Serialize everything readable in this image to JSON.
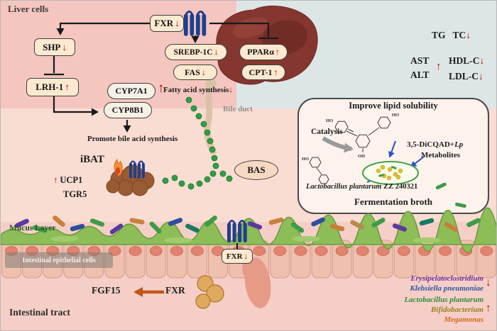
{
  "colors": {
    "red_arrow": "#c00000",
    "bile_green": "#2f9e44",
    "mucus_green": "#8cbd57",
    "receptor_blue": "#203f8e",
    "liver": "#84362f",
    "fgf15_arrow": "#c0571c",
    "rod_palette": [
      "#5b3a9e",
      "#3f9b47",
      "#c7803b",
      "#2e4f9e",
      "#177a63",
      "#b98a4e"
    ]
  },
  "glyphs": {
    "up": "↑",
    "down": "↓"
  },
  "labels": {
    "liver_cells": "Liver cells",
    "bile_duct": "Bile duct",
    "fatty_acid_synthesis": "Fatty acid synthesis",
    "promote_bile": "Promote bile acid synthesis",
    "ibat": "iBAT",
    "ucp1": "UCP1",
    "tgr5": "TGR5",
    "bas": "BAS",
    "mucus_layer": "Mucus Layer",
    "epithelial_cells": "Intestinal epithelial cells",
    "intestinal_tract": "Intestinal tract",
    "fgf15": "FGF15",
    "fxr_protein": "FXR"
  },
  "boxes": {
    "fxr_liver": "FXR",
    "shp": "SHP",
    "lrh1": "LRH-1",
    "srebp1c": "SREBP-1C",
    "fas": "FAS",
    "ppara": "PPARα",
    "cpt1": "CPT-1",
    "cyp7a1": "CYP7A1",
    "cyp8b1": "CYP8B1",
    "fxr_intestine": "FXR"
  },
  "serum": {
    "tg": "TG",
    "tc": "TC",
    "ast": "AST",
    "alt": "ALT",
    "hdl": "HDL-C",
    "ldl": "LDL-C"
  },
  "panel": {
    "title": "Improve lipid solubility",
    "catalysis": "Catalysis",
    "product_prefix": "3,5-DiCQAD+",
    "product_lp": "Lp",
    "product_line2": "Metabolites",
    "strain_name": "Lactobacillus plantarum",
    "strain_code": "ZZ 240321",
    "broth": "Fermentation broth"
  },
  "chem": {
    "labels": [
      "HO",
      "HO",
      "OH",
      "HO"
    ]
  },
  "microbiome": {
    "decreased": [
      {
        "name": "Erysipelatoclostridium",
        "color": "#7030a0"
      },
      {
        "name": "Klebsiella pneumoniae",
        "color": "#2b57a8"
      }
    ],
    "increased": [
      {
        "name": "Lactobacillus plantarum",
        "color": "#2e8b3a"
      },
      {
        "name": "Bifidobacterium",
        "color": "#94801c"
      },
      {
        "name": "Megamonas",
        "color": "#d2691e"
      }
    ]
  }
}
